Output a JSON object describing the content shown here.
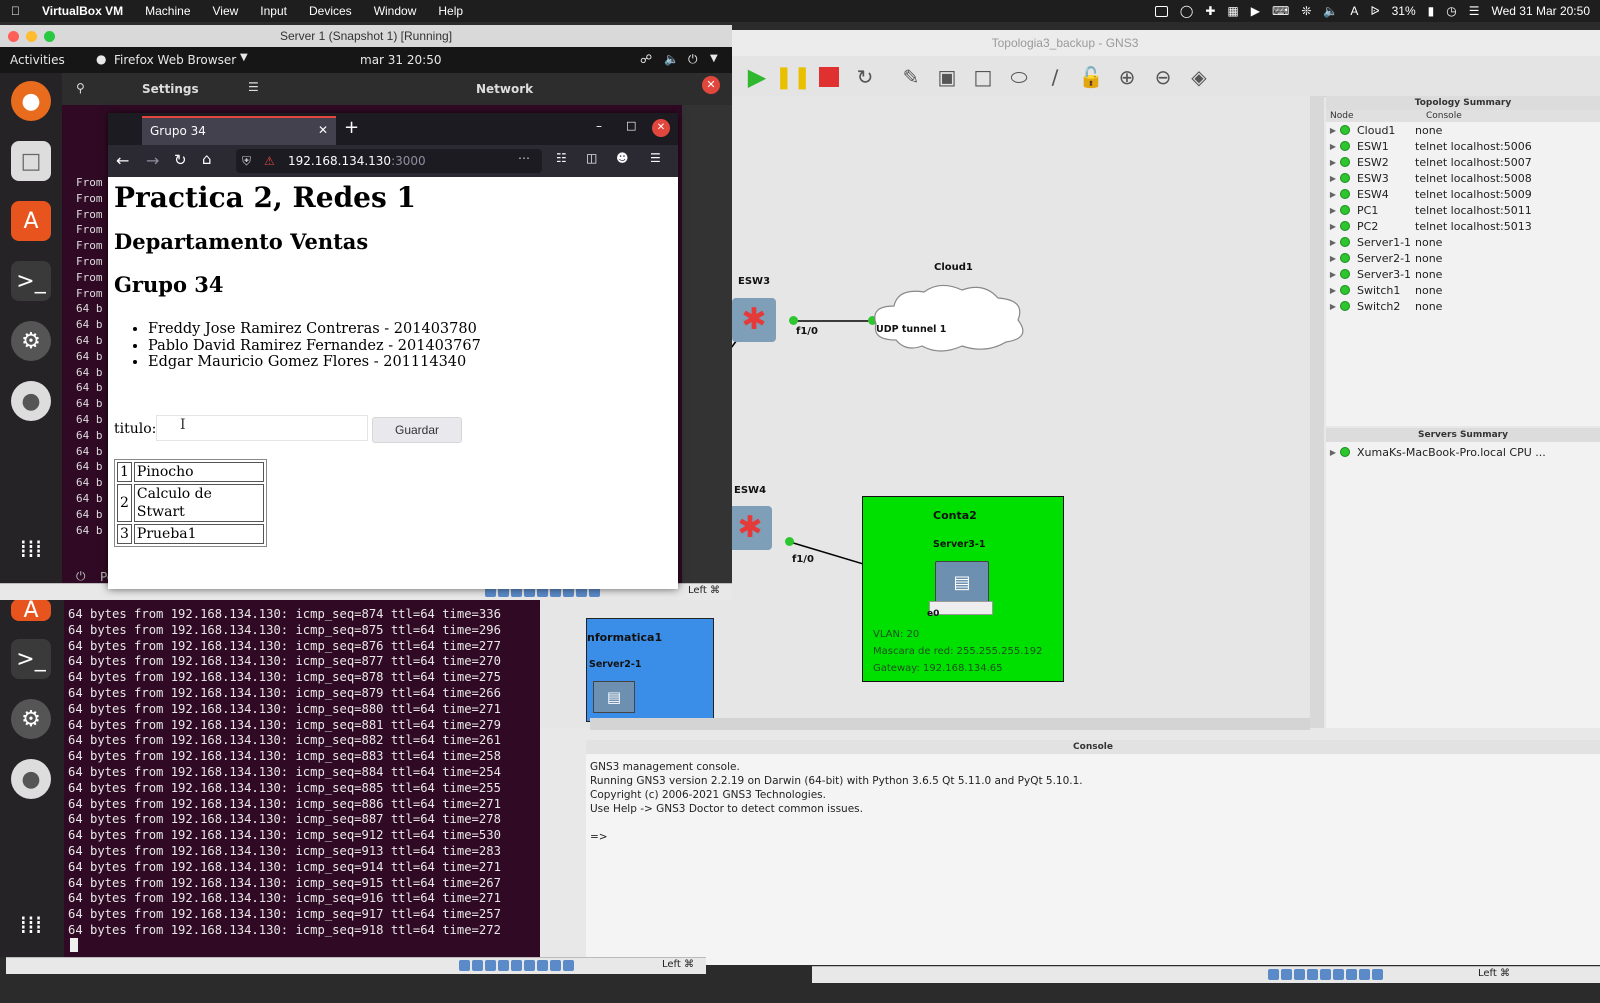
{
  "menubar": {
    "app": "VirtualBox VM",
    "items": [
      "Machine",
      "View",
      "Input",
      "Devices",
      "Window",
      "Help"
    ],
    "battery": "31%",
    "datetime": "Wed 31 Mar  20:50"
  },
  "gns3": {
    "title": "Topologia3_backup - GNS3",
    "topology_summary": {
      "header": "Topology Summary",
      "col_node": "Node",
      "col_console": "Console",
      "rows": [
        {
          "node": "Cloud1",
          "console": "none"
        },
        {
          "node": "ESW1",
          "console": "telnet localhost:5006"
        },
        {
          "node": "ESW2",
          "console": "telnet localhost:5007"
        },
        {
          "node": "ESW3",
          "console": "telnet localhost:5008"
        },
        {
          "node": "ESW4",
          "console": "telnet localhost:5009"
        },
        {
          "node": "PC1",
          "console": "telnet localhost:5011"
        },
        {
          "node": "PC2",
          "console": "telnet localhost:5013"
        },
        {
          "node": "Server1-1",
          "console": "none"
        },
        {
          "node": "Server2-1",
          "console": "none"
        },
        {
          "node": "Server3-1",
          "console": "none"
        },
        {
          "node": "Switch1",
          "console": "none"
        },
        {
          "node": "Switch2",
          "console": "none"
        }
      ]
    },
    "servers_summary": {
      "header": "Servers Summary",
      "row": "XumaKs-MacBook-Pro.local CPU ..."
    },
    "console": {
      "header": "Console",
      "lines": [
        "GNS3 management console.",
        "Running GNS3 version 2.2.19 on Darwin (64-bit) with Python 3.6.5 Qt 5.11.0 and PyQt 5.10.1.",
        "Copyright (c) 2006-2021 GNS3 Technologies.",
        "Use Help -> GNS3 Doctor to detect common issues.",
        "",
        "=>"
      ]
    },
    "nodes": {
      "esw3": "ESW3",
      "esw4": "ESW4",
      "cloud": "Cloud1",
      "udp": "UDP tunnel 1",
      "esw3_port": "f1/0",
      "esw4_port": "f1/0",
      "conta": "Conta2",
      "server3": "Server3-1",
      "server3_port": "e0",
      "vlan": "VLAN: 20",
      "mask": "Mascara de red: 255.255.255.192",
      "gateway": "Gateway: 192.168.134.65",
      "informatica": "nformatica1",
      "server2": "Server2-1"
    },
    "colors": {
      "green_area": "#00e000",
      "blue_area": "#3a8ee8"
    }
  },
  "vm": {
    "title": "Server 1 (Snapshot 1) [Running]",
    "activities": "Activities",
    "browser_app": "Firefox Web Browser",
    "clock": "mar 31  20:50",
    "settings": "Settings",
    "network": "Network",
    "power": "Power",
    "term_prefix": [
      "From",
      "From",
      "From",
      "From",
      "From",
      "From",
      "From",
      "From",
      "64 b",
      "64 b",
      "64 b",
      "64 b",
      "64 b",
      "64 b",
      "64 b",
      "64 b",
      "64 b",
      "64 b",
      "64 b",
      "64 b",
      "64 b",
      "64 b",
      "64 b"
    ],
    "status_host_key": "Left ⌘"
  },
  "firefox": {
    "tab_title": "Grupo 34",
    "url_host": "192.168.134.130",
    "url_port": ":3000",
    "page": {
      "h1": "Practica 2, Redes 1",
      "h2_dept": "Departamento Ventas",
      "h2_group": "Grupo 34",
      "members": [
        "Freddy Jose Ramirez Contreras - 201403780",
        "Pablo David Ramirez Fernandez - 201403767",
        "Edgar Mauricio Gomez Flores - 201114340"
      ],
      "titulo_label": "titulo:",
      "guardar": "Guardar",
      "table": [
        {
          "id": "1",
          "title": "Pinocho"
        },
        {
          "id": "2",
          "title": "Calculo de Stwart"
        },
        {
          "id": "3",
          "title": "Prueba1"
        }
      ]
    }
  },
  "terminal2": {
    "lines": [
      "64 bytes from 192.168.134.130: icmp_seq=874 ttl=64 time=336",
      "64 bytes from 192.168.134.130: icmp_seq=875 ttl=64 time=296",
      "64 bytes from 192.168.134.130: icmp_seq=876 ttl=64 time=277",
      "64 bytes from 192.168.134.130: icmp_seq=877 ttl=64 time=270",
      "64 bytes from 192.168.134.130: icmp_seq=878 ttl=64 time=275",
      "64 bytes from 192.168.134.130: icmp_seq=879 ttl=64 time=266",
      "64 bytes from 192.168.134.130: icmp_seq=880 ttl=64 time=271",
      "64 bytes from 192.168.134.130: icmp_seq=881 ttl=64 time=279",
      "64 bytes from 192.168.134.130: icmp_seq=882 ttl=64 time=261",
      "64 bytes from 192.168.134.130: icmp_seq=883 ttl=64 time=258",
      "64 bytes from 192.168.134.130: icmp_seq=884 ttl=64 time=254",
      "64 bytes from 192.168.134.130: icmp_seq=885 ttl=64 time=255",
      "64 bytes from 192.168.134.130: icmp_seq=886 ttl=64 time=271",
      "64 bytes from 192.168.134.130: icmp_seq=887 ttl=64 time=278",
      "64 bytes from 192.168.134.130: icmp_seq=912 ttl=64 time=530",
      "64 bytes from 192.168.134.130: icmp_seq=913 ttl=64 time=283",
      "64 bytes from 192.168.134.130: icmp_seq=914 ttl=64 time=271",
      "64 bytes from 192.168.134.130: icmp_seq=915 ttl=64 time=267",
      "64 bytes from 192.168.134.130: icmp_seq=916 ttl=64 time=271",
      "64 bytes from 192.168.134.130: icmp_seq=917 ttl=64 time=257",
      "64 bytes from 192.168.134.130: icmp_seq=918 ttl=64 time=272"
    ]
  }
}
